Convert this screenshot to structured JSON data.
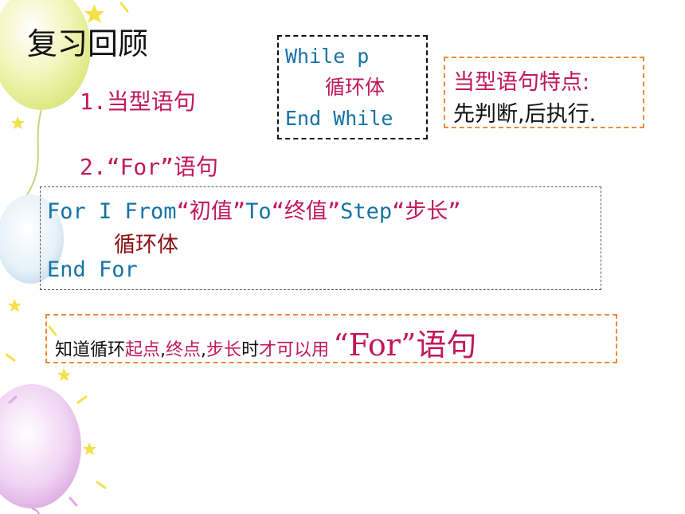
{
  "slide": {
    "title": "复习回顾",
    "item1": "1.当型语句",
    "item2": "2.“For”语句"
  },
  "while_box": {
    "line1": "While  p",
    "line2": "循环体",
    "line3": "End While"
  },
  "feature_box": {
    "title": "当型语句特点:",
    "text": "先判断,后执行."
  },
  "for_box": {
    "line1": {
      "kw_for_i_from": "For I From",
      "init": "“初值”",
      "kw_to": "To",
      "final": "“终值”",
      "kw_step": "Step",
      "step": "“步长”"
    },
    "line2": "循环体",
    "line3": "End For"
  },
  "note": {
    "p1": "知道循环",
    "p2": "起点",
    "p3": ",",
    "p4": "终点",
    "p5": ",",
    "p6": "步长",
    "p7": "时",
    "p8": "才可以用",
    "big": "“For”语句"
  },
  "colors": {
    "accent_pink": "#c0185a",
    "code_blue": "#1572a6",
    "body_dark_red": "#8b1012",
    "dash_orange": "#f08a3c"
  }
}
